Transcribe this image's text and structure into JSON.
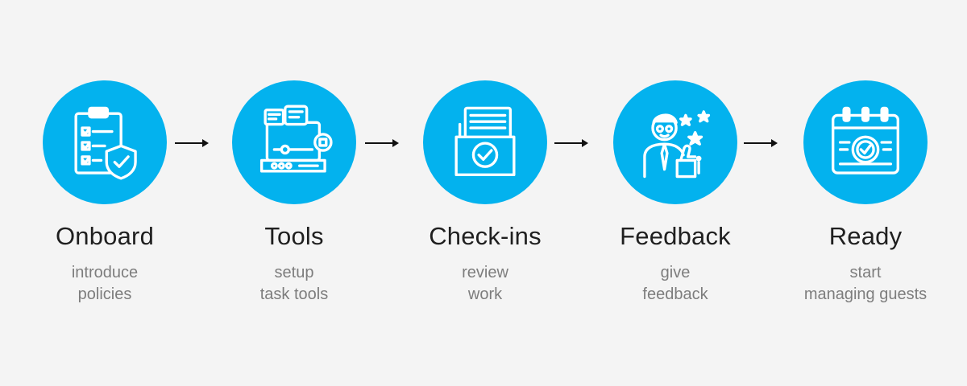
{
  "accent_color": "#03b2ee",
  "steps": [
    {
      "title": "Onboard",
      "desc_lines": [
        "introduce",
        "policies"
      ],
      "icon": "clipboard-shield-icon"
    },
    {
      "title": "Tools",
      "desc_lines": [
        "setup",
        "task tools"
      ],
      "icon": "devices-tools-icon"
    },
    {
      "title": "Check-ins",
      "desc_lines": [
        "review",
        "work"
      ],
      "icon": "folder-check-icon"
    },
    {
      "title": "Feedback",
      "desc_lines": [
        "give",
        "feedback"
      ],
      "icon": "person-thumbs-up-stars-icon"
    },
    {
      "title": "Ready",
      "desc_lines": [
        "start",
        "managing guests"
      ],
      "icon": "calendar-check-icon"
    }
  ],
  "connector_icon": "arrow-right-icon"
}
